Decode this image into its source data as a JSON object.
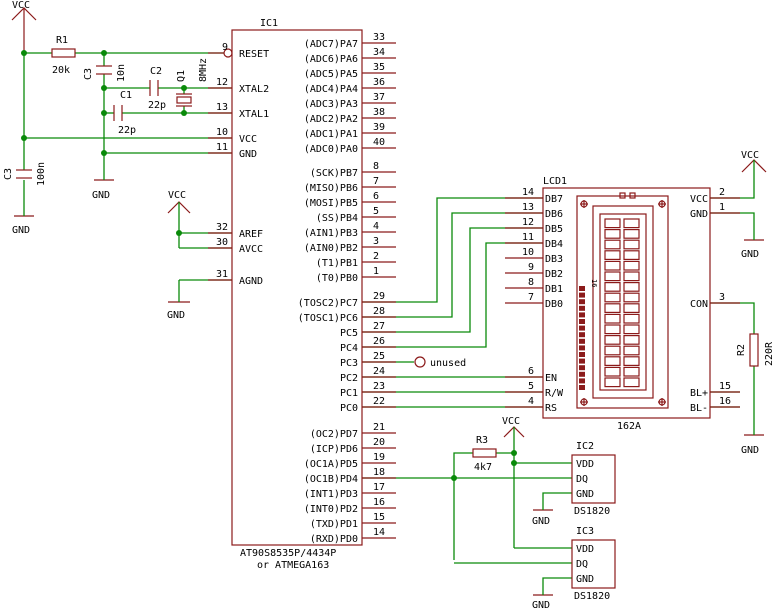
{
  "power": {
    "vcc": "VCC",
    "gnd": "GND"
  },
  "ic1": {
    "ref": "IC1",
    "part": "AT90S8535P/4434P",
    "alt_part": "or ATMEGA163",
    "left_pins": [
      {
        "num": "9",
        "name": "RESET"
      },
      {
        "num": "12",
        "name": "XTAL2"
      },
      {
        "num": "13",
        "name": "XTAL1"
      },
      {
        "num": "10",
        "name": "VCC"
      },
      {
        "num": "11",
        "name": "GND"
      },
      {
        "num": "32",
        "name": "AREF"
      },
      {
        "num": "30",
        "name": "AVCC"
      },
      {
        "num": "31",
        "name": "AGND"
      }
    ],
    "right_pins": [
      {
        "name": "(ADC7)PA7",
        "num": "33"
      },
      {
        "name": "(ADC6)PA6",
        "num": "34"
      },
      {
        "name": "(ADC5)PA5",
        "num": "35"
      },
      {
        "name": "(ADC4)PA4",
        "num": "36"
      },
      {
        "name": "(ADC3)PA3",
        "num": "37"
      },
      {
        "name": "(ADC2)PA2",
        "num": "38"
      },
      {
        "name": "(ADC1)PA1",
        "num": "39"
      },
      {
        "name": "(ADC0)PA0",
        "num": "40"
      },
      {
        "name": "(SCK)PB7",
        "num": "8"
      },
      {
        "name": "(MISO)PB6",
        "num": "7"
      },
      {
        "name": "(MOSI)PB5",
        "num": "6"
      },
      {
        "name": "(SS)PB4",
        "num": "5"
      },
      {
        "name": "(AIN1)PB3",
        "num": "4"
      },
      {
        "name": "(AIN0)PB2",
        "num": "3"
      },
      {
        "name": "(T1)PB1",
        "num": "2"
      },
      {
        "name": "(T0)PB0",
        "num": "1"
      },
      {
        "name": "(TOSC2)PC7",
        "num": "29"
      },
      {
        "name": "(TOSC1)PC6",
        "num": "28"
      },
      {
        "name": "PC5",
        "num": "27"
      },
      {
        "name": "PC4",
        "num": "26"
      },
      {
        "name": "PC3",
        "num": "25"
      },
      {
        "name": "PC2",
        "num": "24"
      },
      {
        "name": "PC1",
        "num": "23"
      },
      {
        "name": "PC0",
        "num": "22"
      },
      {
        "name": "(OC2)PD7",
        "num": "21"
      },
      {
        "name": "(ICP)PD6",
        "num": "20"
      },
      {
        "name": "(OC1A)PD5",
        "num": "19"
      },
      {
        "name": "(OC1B)PD4",
        "num": "18"
      },
      {
        "name": "(INT1)PD3",
        "num": "17"
      },
      {
        "name": "(INT0)PD2",
        "num": "16"
      },
      {
        "name": "(TXD)PD1",
        "num": "15"
      },
      {
        "name": "(RXD)PD0",
        "num": "14"
      }
    ]
  },
  "r1": {
    "ref": "R1",
    "value": "20k"
  },
  "c3a": {
    "ref": "C3",
    "value": "10n"
  },
  "c2": {
    "ref": "C2",
    "value": "22p"
  },
  "q1": {
    "ref": "Q1",
    "value": "8MHz"
  },
  "c1": {
    "ref": "C1",
    "value": "22p"
  },
  "c3b": {
    "ref": "C3",
    "value": "100n"
  },
  "unused_label": "unused",
  "lcd": {
    "ref": "LCD1",
    "part": "162A",
    "left_pins": [
      {
        "num": "14",
        "name": "DB7"
      },
      {
        "num": "13",
        "name": "DB6"
      },
      {
        "num": "12",
        "name": "DB5"
      },
      {
        "num": "11",
        "name": "DB4"
      },
      {
        "num": "10",
        "name": "DB3"
      },
      {
        "num": "9",
        "name": "DB2"
      },
      {
        "num": "8",
        "name": "DB1"
      },
      {
        "num": "7",
        "name": "DB0"
      },
      {
        "num": "6",
        "name": "EN"
      },
      {
        "num": "5",
        "name": "R/W"
      },
      {
        "num": "4",
        "name": "RS"
      }
    ],
    "right_pins": [
      {
        "name": "VCC",
        "num": "2"
      },
      {
        "name": "GND",
        "num": "1"
      },
      {
        "name": "CON",
        "num": "3"
      },
      {
        "name": "BL+",
        "num": "15"
      },
      {
        "name": "BL-",
        "num": "16"
      }
    ],
    "display_mark": "16"
  },
  "r2": {
    "ref": "R2",
    "value": "220R"
  },
  "r3": {
    "ref": "R3",
    "value": "4k7"
  },
  "ic2": {
    "ref": "IC2",
    "part": "DS1820",
    "pins": [
      "VDD",
      "DQ",
      "GND"
    ]
  },
  "ic3": {
    "ref": "IC3",
    "part": "DS1820",
    "pins": [
      "VDD",
      "DQ",
      "GND"
    ]
  }
}
